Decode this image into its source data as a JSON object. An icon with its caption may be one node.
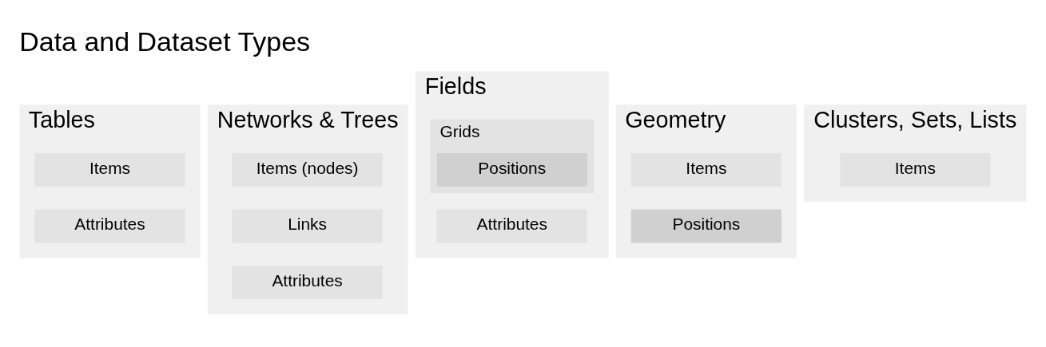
{
  "diagram": {
    "title": "Data and Dataset Types",
    "nodes": [
      {
        "text": [
          "Tables"
        ]
      },
      {
        "text": [
          "Items"
        ],
        "in": 0
      },
      {
        "text": [
          "Attributes"
        ],
        "in": 0
      },
      {
        "text": [
          "Networks & Trees"
        ]
      },
      {
        "text": [
          "Items (nodes)"
        ],
        "in": 3
      },
      {
        "text": [
          "Links"
        ],
        "in": 3
      },
      {
        "text": [
          "Attributes"
        ],
        "in": 3
      },
      {
        "text": [
          "Fields"
        ]
      },
      {
        "text": [
          "Grids"
        ],
        "in": 7
      },
      {
        "text": [
          "Positions"
        ],
        "in": 8
      },
      {
        "text": [
          "Attributes"
        ],
        "in": 7
      },
      {
        "text": [
          "Geometry"
        ]
      },
      {
        "text": [
          "Items"
        ],
        "in": 11
      },
      {
        "text": [
          "Positions"
        ],
        "in": 11
      },
      {
        "text": [
          "Clusters, Sets, Lists"
        ]
      },
      {
        "text": [
          "Items"
        ],
        "in": 14
      }
    ],
    "edges": []
  }
}
